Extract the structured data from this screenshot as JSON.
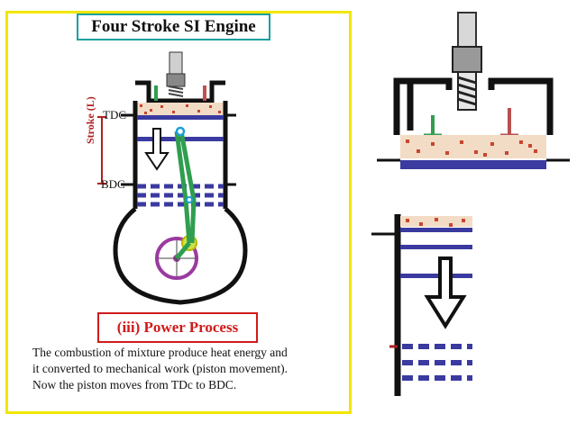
{
  "title": "Four Stroke SI Engine",
  "labels": {
    "tdc": "TDC",
    "bdc": "BDC",
    "stroke": "Stroke (L)"
  },
  "process": "(iii) Power Process",
  "description": [
    "The combustion of mixture produce heat energy and",
    "it converted to mechanical work (piston movement).",
    "Now the piston moves from TDc to BDC."
  ],
  "colors": {
    "frame": "#f2e600",
    "title_border": "#1aa0a0",
    "process_text": "#d11a1a",
    "piston": "#3a3aa0",
    "rod": "#2f9e4f",
    "crank": "#9a3aa0",
    "stroke_marker": "#b02020"
  }
}
